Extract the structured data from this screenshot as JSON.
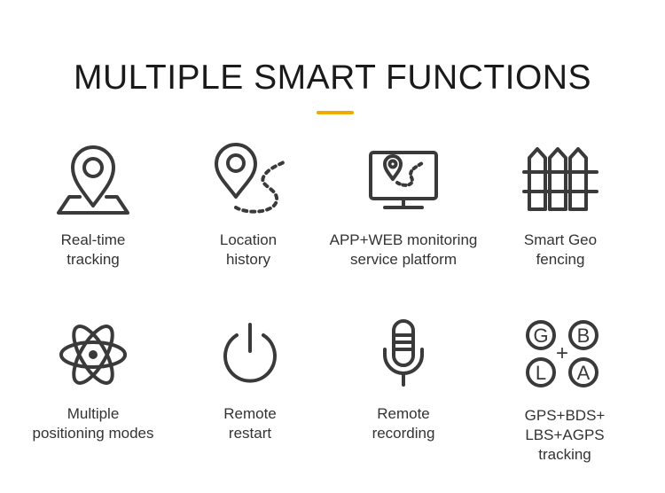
{
  "header": {
    "title": "MULTIPLE SMART FUNCTIONS",
    "accent_color": "#f2a900"
  },
  "features": [
    {
      "icon": "map-pin-icon",
      "lines": [
        "Real-time",
        "tracking"
      ]
    },
    {
      "icon": "route-history-icon",
      "lines": [
        "Location",
        "history"
      ]
    },
    {
      "icon": "monitor-map-icon",
      "lines": [
        "APP+WEB monitoring",
        "service platform"
      ]
    },
    {
      "icon": "fence-icon",
      "lines": [
        "Smart Geo",
        "fencing"
      ]
    },
    {
      "icon": "atom-icon",
      "lines": [
        "Multiple",
        "positioning modes"
      ]
    },
    {
      "icon": "power-icon",
      "lines": [
        "Remote",
        "restart"
      ]
    },
    {
      "icon": "microphone-icon",
      "lines": [
        "Remote",
        "recording"
      ]
    },
    {
      "icon": "gbla-positioning-icon",
      "icon_letters": [
        "G",
        "B",
        "L",
        "A",
        "+"
      ],
      "lines": [
        "GPS+BDS+",
        "LBS+AGPS",
        "tracking"
      ]
    }
  ]
}
